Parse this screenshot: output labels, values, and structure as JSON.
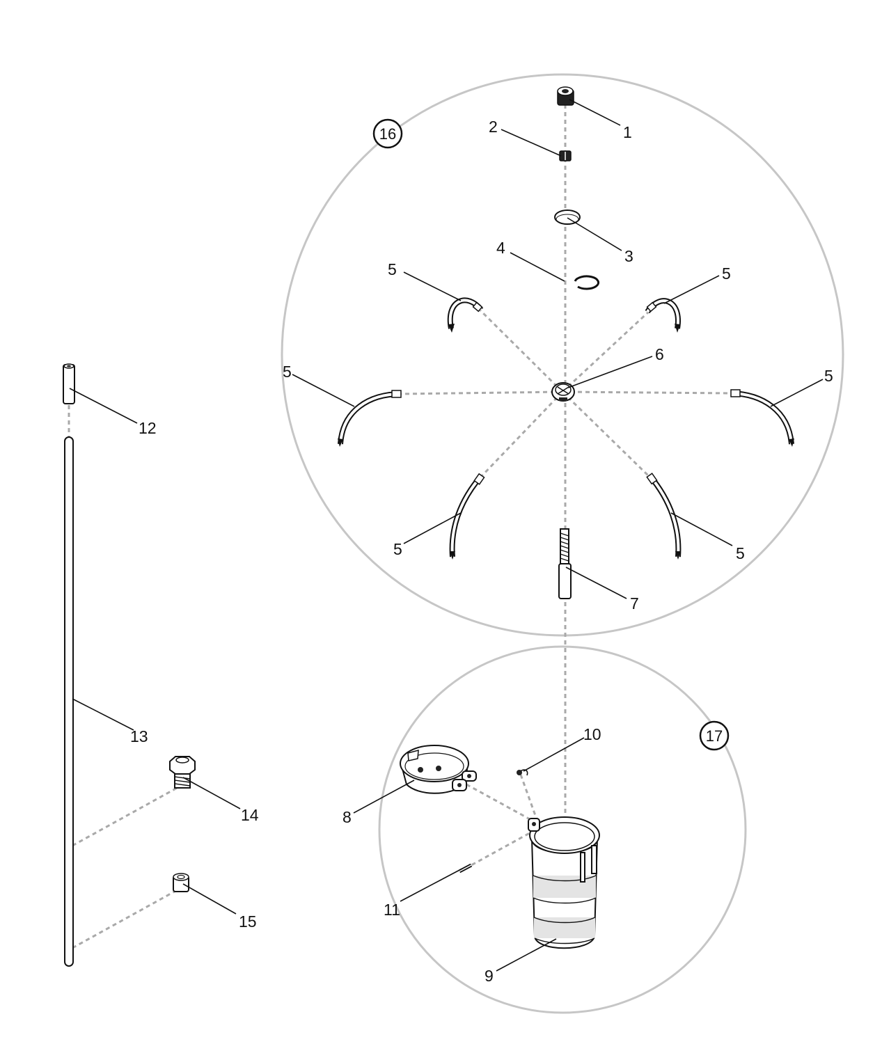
{
  "group_labels": [
    {
      "id": "g16",
      "text": "16"
    },
    {
      "id": "g17",
      "text": "17"
    }
  ],
  "callouts": {
    "c1": "1",
    "c2": "2",
    "c3": "3",
    "c4": "4",
    "c5a": "5",
    "c5b": "5",
    "c5c": "5",
    "c5d": "5",
    "c5e": "5",
    "c5f": "5",
    "c6": "6",
    "c7": "7",
    "c8": "8",
    "c9": "9",
    "c10": "10",
    "c11": "11",
    "c12": "12",
    "c13": "13",
    "c14": "14",
    "c15": "15"
  },
  "colors": {
    "outline": "#111111",
    "assembly_path": "#a9a9a9",
    "group_circle": "#c6c6c6",
    "band_shading": "#e4e4e4"
  }
}
